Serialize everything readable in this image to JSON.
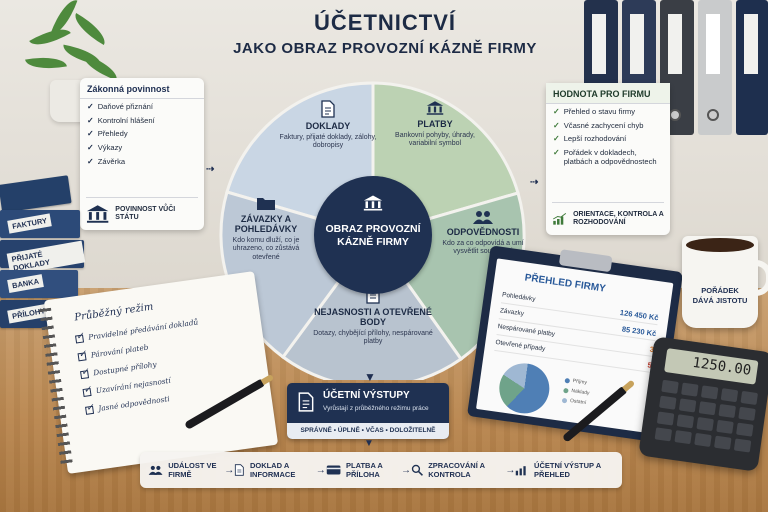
{
  "title": {
    "line1": "ÚČETNICTVÍ",
    "line2": "JAKO OBRAZ PROVOZNÍ KÁZNĚ FIRMY"
  },
  "left_card": {
    "heading": "Zákonná povinnost",
    "items": [
      "Daňové přiznání",
      "Kontrolní hlášení",
      "Přehledy",
      "Výkazy",
      "Závěrka"
    ],
    "footer": "POVINNOST VŮČI STÁTU"
  },
  "right_card": {
    "heading": "HODNOTA PRO FIRMU",
    "items": [
      "Přehled o stavu firmy",
      "Včasné zachycení chyb",
      "Lepší rozhodování",
      "Pořádek v dokladech, platbách a odpovědnostech"
    ],
    "footer": "ORIENTACE, KONTROLA A ROZHODOVÁNÍ"
  },
  "wheel": {
    "center": "OBRAZ PROVOZNÍ KÁZNĚ FIRMY",
    "segments": [
      {
        "heading": "DOKLADY",
        "desc": "Faktury, přijaté doklady, zálohy, dobropisy",
        "icon": "document-icon"
      },
      {
        "heading": "PLATBY",
        "desc": "Bankovní pohyby, úhrady, variabilní symbol",
        "icon": "bank-icon"
      },
      {
        "heading": "ODPOVĚDNOSTI",
        "desc": "Kdo za co odpovídá a umí vysvětlit souvislosti",
        "icon": "people-icon"
      },
      {
        "heading": "NEJASNOSTI A OTEVŘENÉ BODY",
        "desc": "Dotazy, chybějící přílohy, nespárované platby",
        "icon": "clipboard-icon"
      },
      {
        "heading": "ZÁVAZKY A POHLEDÁVKY",
        "desc": "Kdo komu dluží, co je uhrazeno, co zůstává otevřené",
        "icon": "folder-icon"
      }
    ]
  },
  "books": [
    "FAKTURY",
    "PŘIJATÉ DOKLADY",
    "BANKA",
    "PŘÍLOHY"
  ],
  "notebook": {
    "title": "Průběžný režim",
    "items": [
      "Pravidelné předávání dokladů",
      "Párování plateb",
      "Dostupné přílohy",
      "Uzavírání nejasností",
      "Jasné odpovědnosti"
    ]
  },
  "output": {
    "heading": "ÚČETNÍ VÝSTUPY",
    "desc": "Vyrůstají z průběžného režimu práce",
    "footer": "SPRÁVNĚ • ÚPLNĚ • VČAS • DOLOŽITELNĚ"
  },
  "report": {
    "title": "PŘEHLED FIRMY",
    "rows": [
      {
        "label": "Pohledávky",
        "value": "126 450 Kč"
      },
      {
        "label": "Závazky",
        "value": "85 230 Kč"
      },
      {
        "label": "Nespárované platby",
        "value": "3"
      },
      {
        "label": "Otevřené případy",
        "value": "5"
      }
    ],
    "legend": [
      "Příjmy",
      "Náklady",
      "Ostatní"
    ]
  },
  "mug": "POŘÁDEK DÁVÁ JISTOTU",
  "calculator_display": "1250.00",
  "process": [
    {
      "label": "UDÁLOST VE FIRMĚ",
      "icon": "people-icon"
    },
    {
      "label": "DOKLAD A INFORMACE",
      "icon": "document-icon"
    },
    {
      "label": "PLATBA A PŘÍLOHA",
      "icon": "card-icon"
    },
    {
      "label": "ZPRACOVÁNÍ A KONTROLA",
      "icon": "magnifier-icon"
    },
    {
      "label": "ÚČETNÍ VÝSTUP A PŘEHLED",
      "icon": "bar-chart-icon"
    }
  ],
  "colors": {
    "navy": "#1f3152",
    "segment_blue": "#b9cbe0",
    "segment_green": "#b7cfae",
    "segment_teal": "#a7c4b2",
    "segment_gray": "#c7cfd9"
  }
}
